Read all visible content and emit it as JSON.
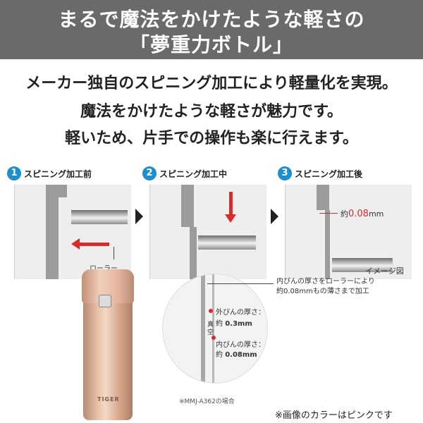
{
  "banner": {
    "line1": "まるで魔法をかけたような軽さの",
    "line2": "「夢重力ボトル」"
  },
  "intro": {
    "line1": "メーカー独自のスピニング加工により軽量化を実現。",
    "line2": "魔法をかけたような軽さが魅力です。",
    "line3": "軽いため、片手での操作も楽に行えます。"
  },
  "steps": [
    {
      "number": "1",
      "title": "スピニング加工前",
      "roller_label": "ローラー"
    },
    {
      "number": "2",
      "title": "スピニング加工中"
    },
    {
      "number": "3",
      "title": "スピニング加工後",
      "thickness_prefix": "約",
      "thickness_value": "0.08",
      "thickness_unit": "mm"
    }
  ],
  "image_note": "イメージ図",
  "detail": {
    "callout_line1": "内びんの厚さをローラーにより",
    "callout_line2": "約0.08mmもの薄さまで加工",
    "vacuum_label": "真空",
    "outer_label": "外びんの厚さ：",
    "outer_value_prefix": "約",
    "outer_value": "0.3mm",
    "inner_label": "内びんの厚さ：",
    "inner_value_prefix": "約",
    "inner_value": "0.08mm"
  },
  "model_note": "※MMJ-A362の場合",
  "color_note": "※画像のカラーはピンクです",
  "bottle_logo": "TIGER",
  "colors": {
    "banner_bg": "#6a6a6a",
    "step_badge": "#1b8fd0",
    "accent_red": "#d92b2b",
    "bottle_pink": "#e9c2a8"
  }
}
